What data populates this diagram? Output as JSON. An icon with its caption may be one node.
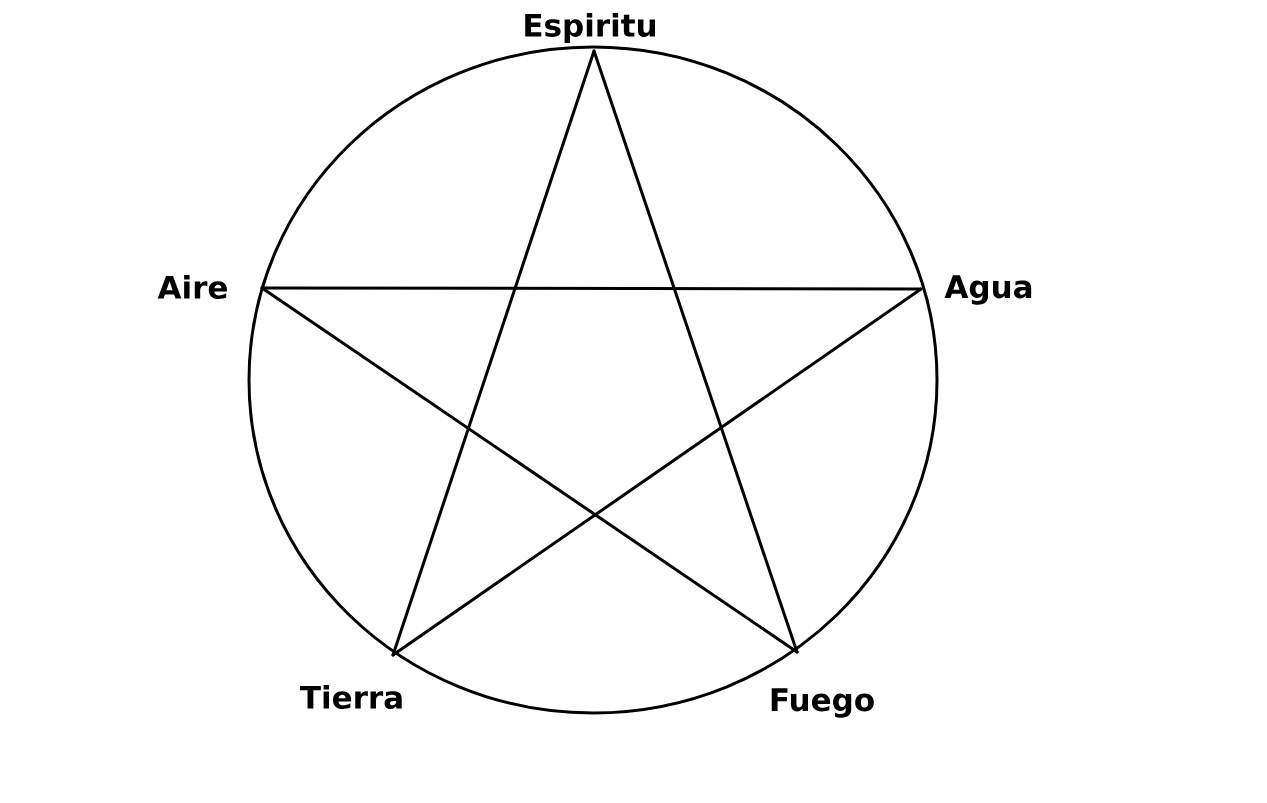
{
  "diagram": {
    "nodes": [
      {
        "text": [
          "Espiritu"
        ]
      },
      {
        "text": [
          "Aire"
        ]
      },
      {
        "text": [
          "Agua"
        ]
      },
      {
        "text": [
          "Tierra"
        ]
      },
      {
        "text": [
          "Fuego"
        ]
      }
    ],
    "edges": [
      {
        "from": 0,
        "to": 4,
        "arrow": "none"
      },
      {
        "from": 4,
        "to": 1,
        "arrow": "none"
      },
      {
        "from": 1,
        "to": 2,
        "arrow": "none"
      },
      {
        "from": 2,
        "to": 3,
        "arrow": "none"
      },
      {
        "from": 3,
        "to": 0,
        "arrow": "none"
      }
    ]
  }
}
